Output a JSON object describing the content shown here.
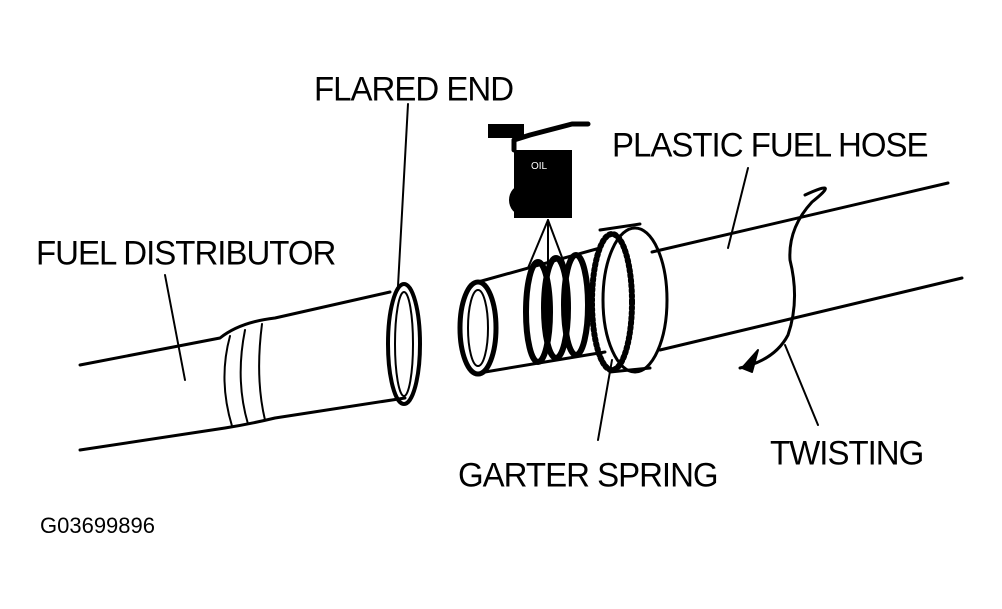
{
  "labels": {
    "flared_end": "FLARED END",
    "plastic_fuel_hose": "PLASTIC FUEL HOSE",
    "fuel_distributor": "FUEL DISTRIBUTOR",
    "garter_spring": "GARTER SPRING",
    "twisting": "TWISTING",
    "oil_can": "OIL"
  },
  "figure_id": "G03699896",
  "colors": {
    "ink": "#000000",
    "paper": "#ffffff"
  }
}
